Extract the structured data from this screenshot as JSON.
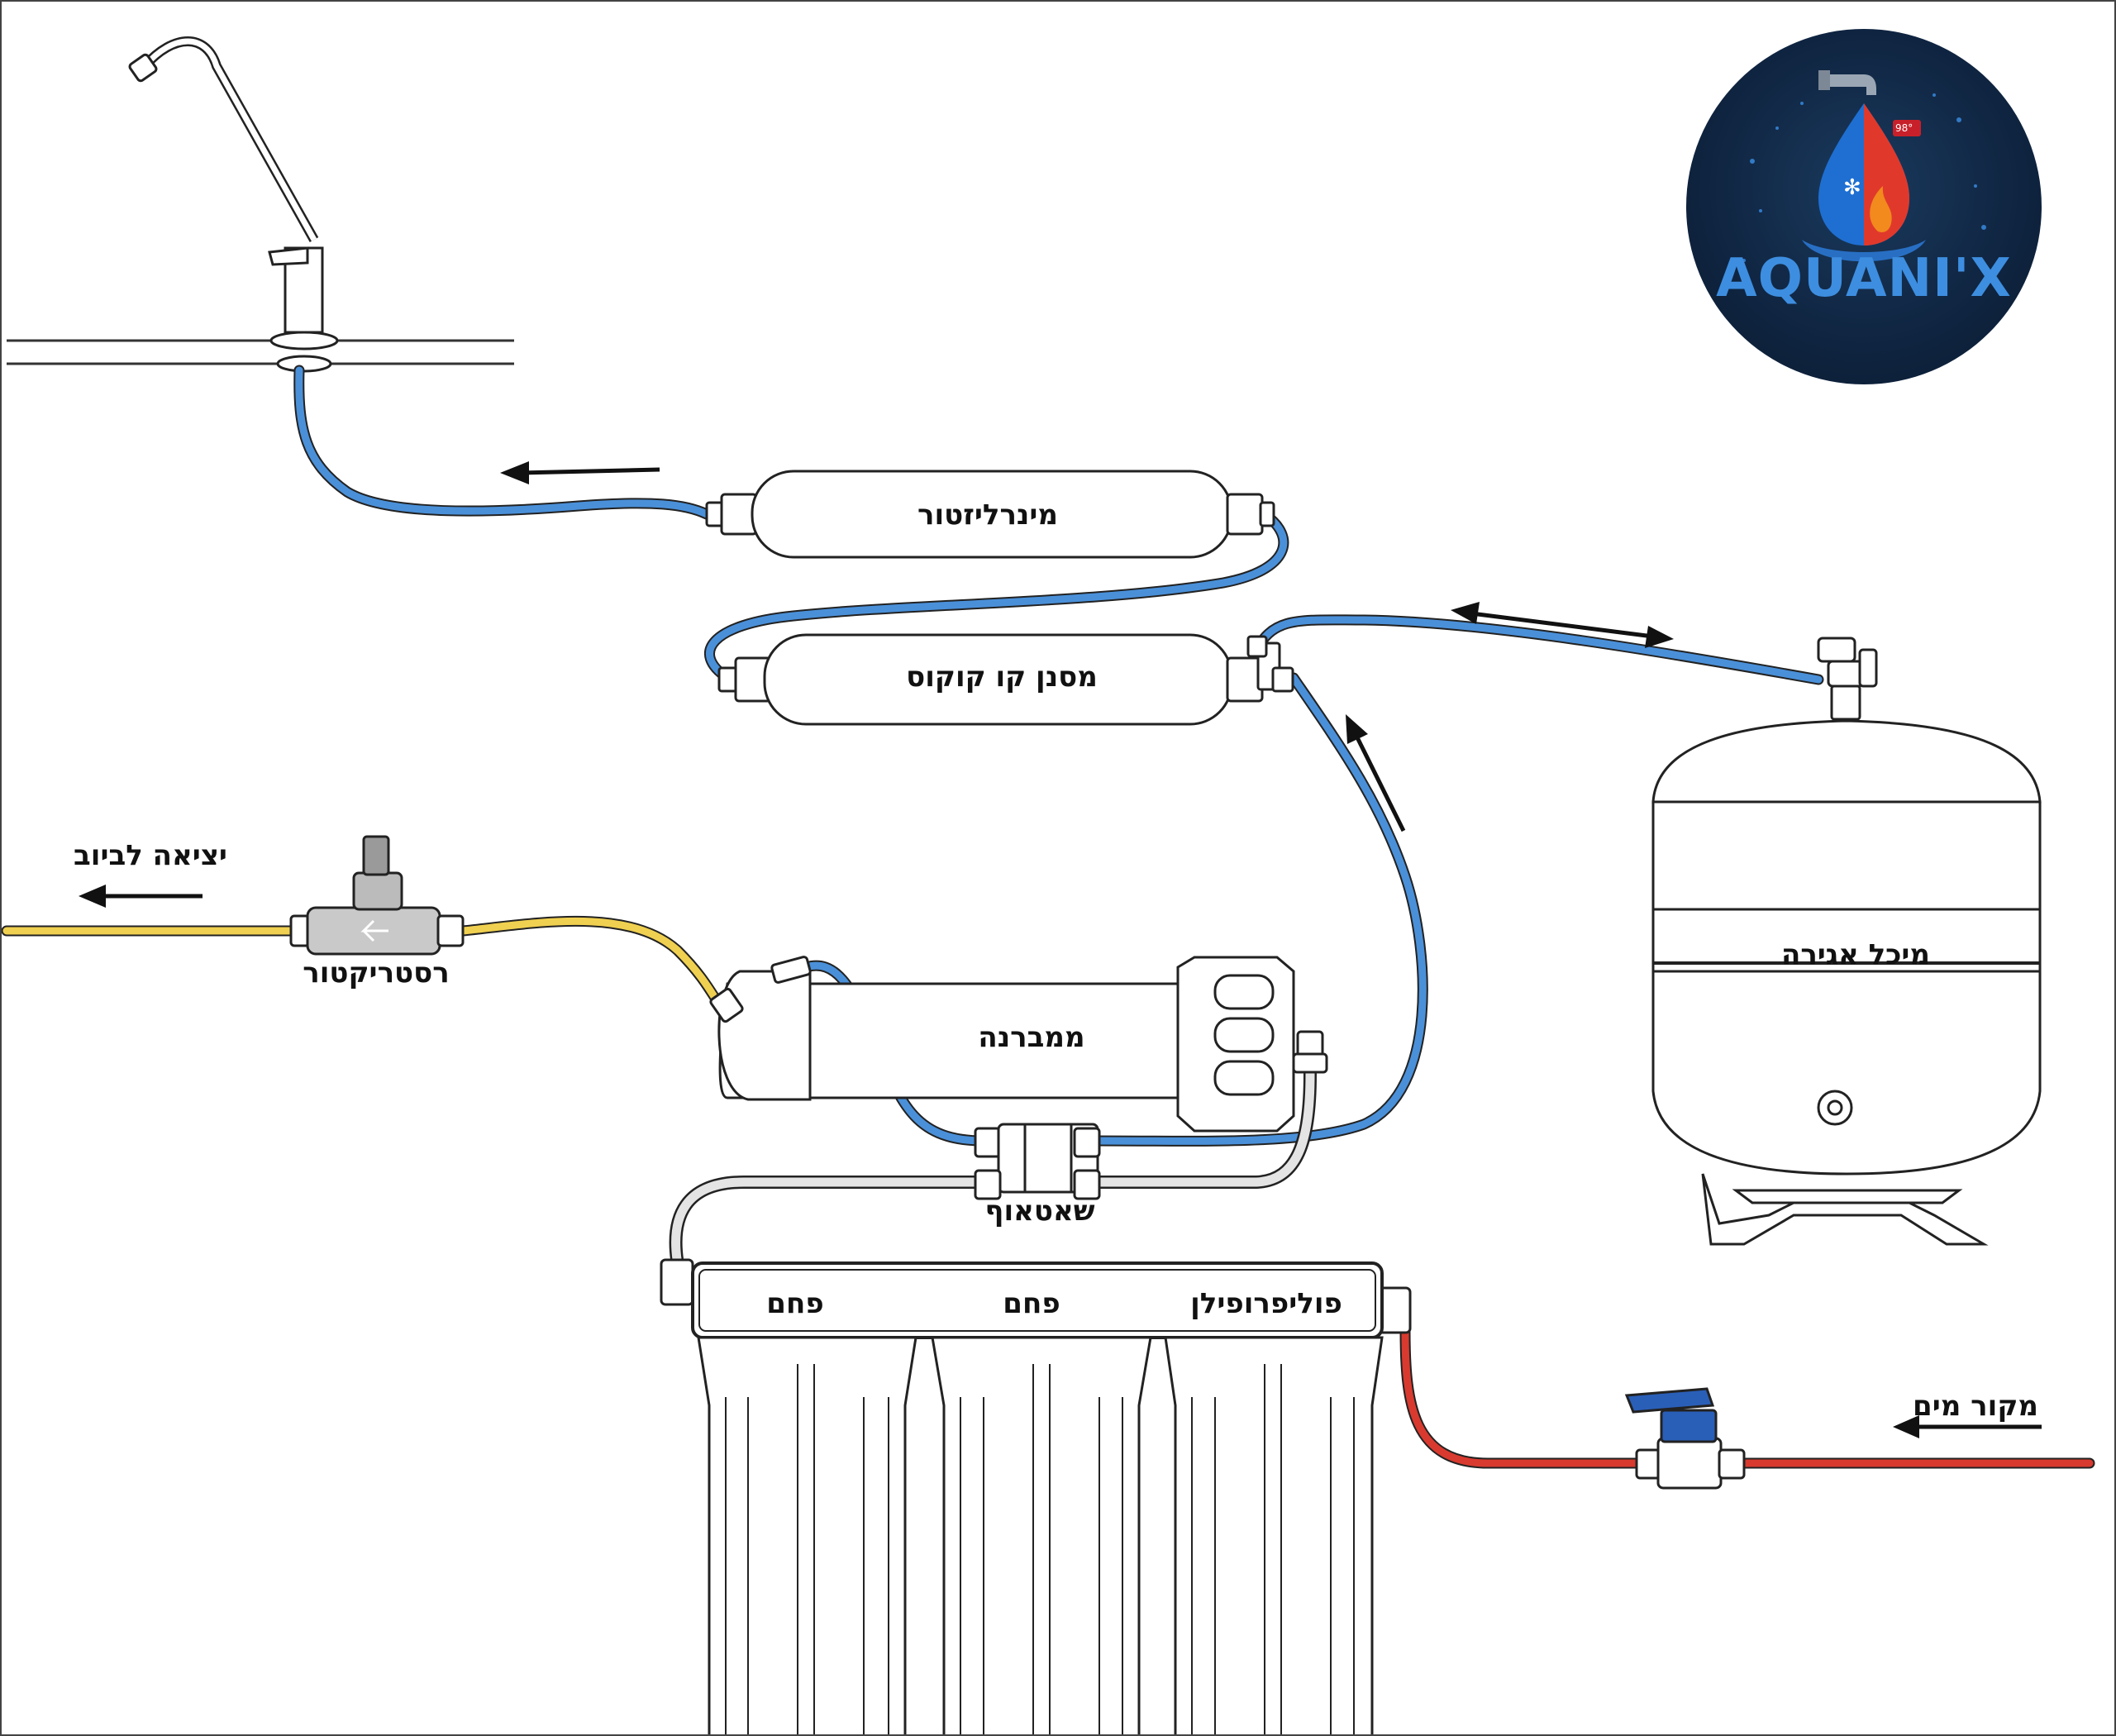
{
  "brand": {
    "name": "AQUANI'X",
    "logo_display": "98°"
  },
  "components": {
    "mineralizer": "מינרליזטור",
    "coconut_filter": "מסנן קו קוקוס",
    "storage_tank": "מיכל אגירה",
    "membrane": "ממברנה",
    "restrictor": "רסטריקטור",
    "shutoff": "שאטאוף",
    "prefilter_1": "פחם",
    "prefilter_2": "פחם",
    "prefilter_3": "פוליפרופילן"
  },
  "flow_labels": {
    "drain_outlet": "יציאה לביוב",
    "water_source": "מקור מים"
  },
  "colors": {
    "purified_line": "#4a90d9",
    "drain_line": "#f0d050",
    "source_line": "#d93a2f",
    "internal_line": "#dedede",
    "outline": "#222222",
    "valve_handle": "#2a5fb8",
    "logo_background": "#0f2440",
    "logo_text": "#3d8ee0"
  }
}
